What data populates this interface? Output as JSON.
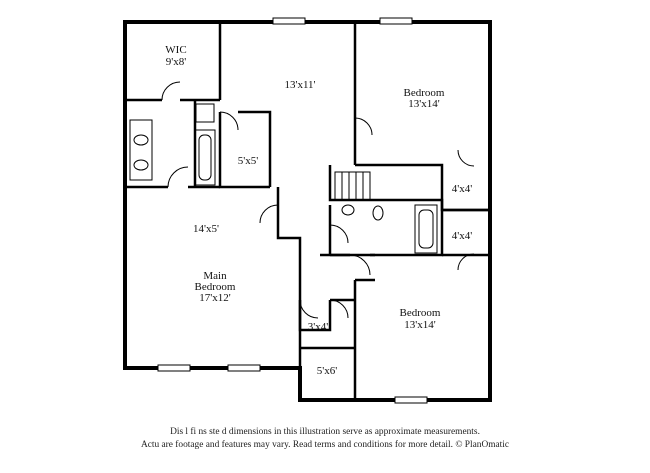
{
  "rooms": {
    "wic": {
      "name": "WIC",
      "size": "9'x8'"
    },
    "room_top": {
      "size": "13'x11'"
    },
    "bedroom_ne": {
      "name": "Bedroom",
      "size": "13'x14'"
    },
    "closet_5x5": {
      "size": "5'x5'"
    },
    "closet_4x4_a": {
      "size": "4'x4'"
    },
    "closet_4x4_b": {
      "size": "4'x4'"
    },
    "hall": {
      "size": "14'x5'"
    },
    "main_bedroom": {
      "name": "Main",
      "name2": "Bedroom",
      "size": "17'x12'"
    },
    "closet_3x4": {
      "size": "3'x4'"
    },
    "closet_5x6": {
      "size": "5'x6'"
    },
    "bedroom_se": {
      "name": "Bedroom",
      "size": "13'x14'"
    }
  },
  "disclaimer": {
    "line1": "Dis          l   fi     ns      ste d dimensions in this illustration serve as approximate measurements.",
    "line2": "Actu        are footage and features may vary. Read terms and conditions for more detail. © PlanOmatic"
  }
}
